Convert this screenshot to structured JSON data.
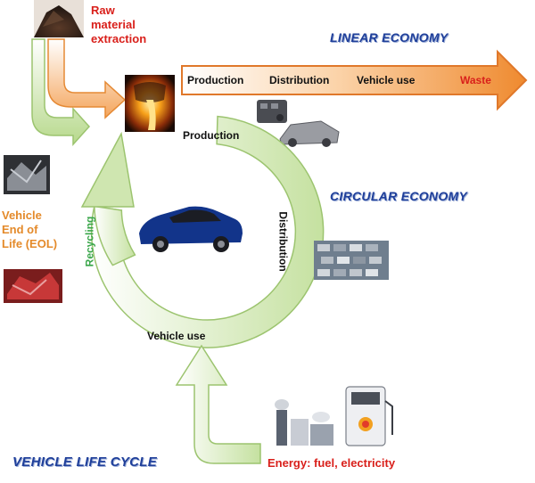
{
  "raw_material": {
    "line1": "Raw",
    "line2": "material",
    "line3": "extraction"
  },
  "linear": {
    "title": "LINEAR ECONOMY",
    "steps": [
      "Production",
      "Distribution",
      "Vehicle use",
      "Waste"
    ]
  },
  "circular": {
    "title": "CIRCULAR ECONOMY",
    "production": "Production",
    "distribution": "Distribution",
    "vehicle_use": "Vehicle use",
    "recycling": "Recycling"
  },
  "eol": {
    "line1": "Vehicle",
    "line2": "End of",
    "line3": "Life (EOL)"
  },
  "life_cycle_title": "VEHICLE LIFE CYCLE",
  "energy": "Energy: fuel, electricity",
  "icons": [
    "raw-material-pile-icon",
    "furnace-icon",
    "engine-block-icon",
    "car-chassis-icon",
    "car-icon",
    "car-park-icon",
    "scrap-metal-icon",
    "crushed-cars-icon",
    "factory-icon",
    "fuel-pump-icon"
  ],
  "colors": {
    "arrow_orange": "#f08a2e",
    "cycle_green": "#b7d98c",
    "title_blue": "#1f3f9a",
    "red": "#d9201b",
    "eol_orange": "#e48a2a",
    "recycle_green": "#3aa64a"
  }
}
